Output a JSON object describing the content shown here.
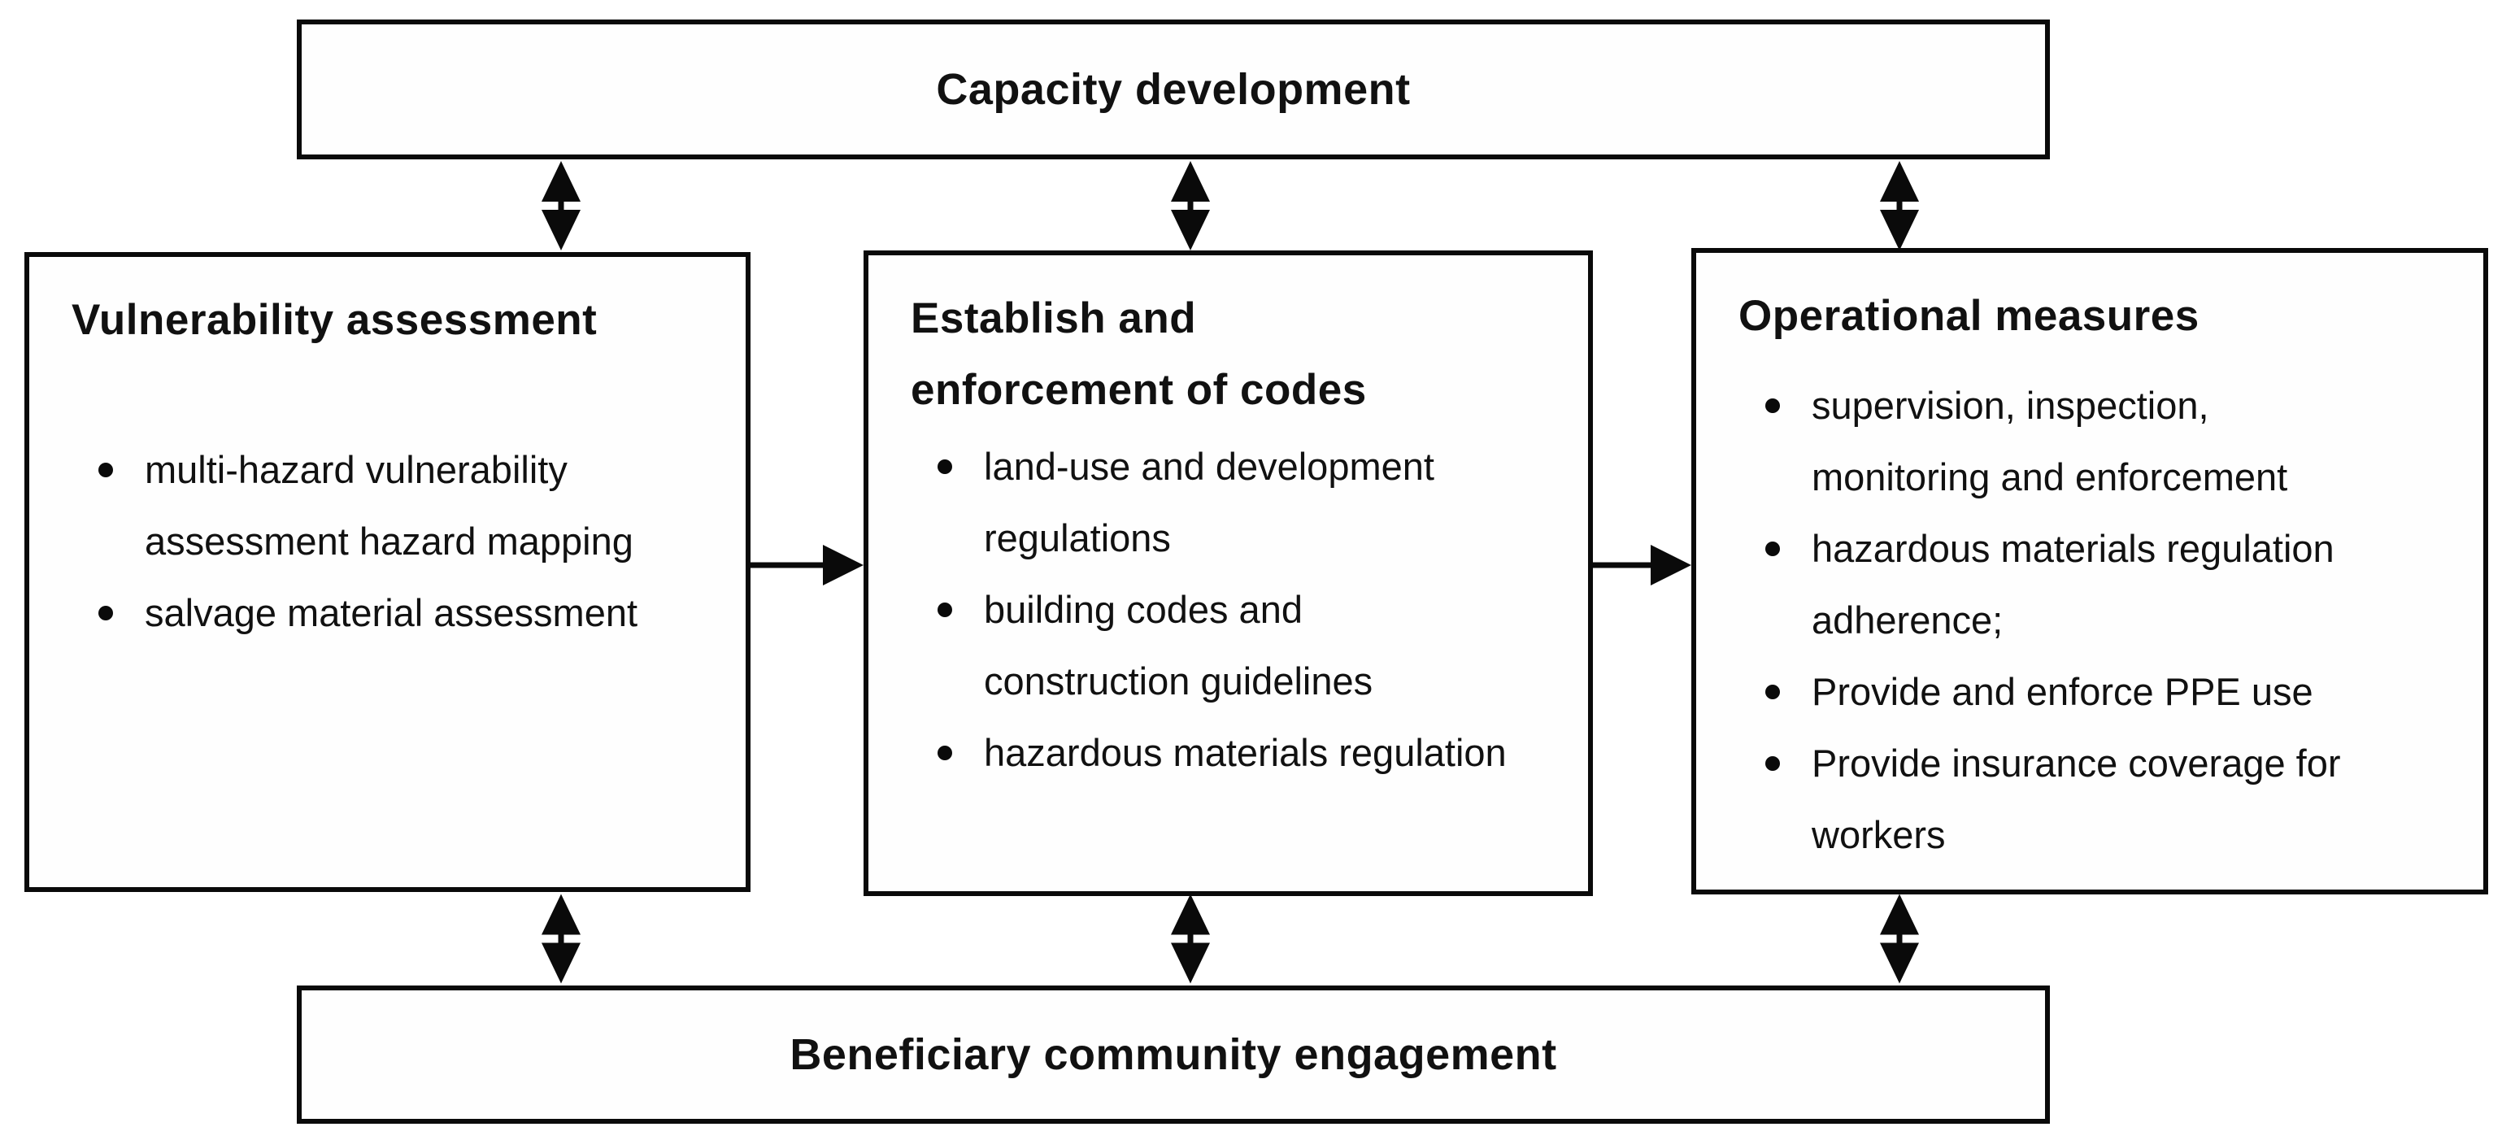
{
  "diagram": {
    "top_box": {
      "title": "Capacity development"
    },
    "left_box": {
      "title": "Vulnerability assessment",
      "bullets": [
        "multi-hazard vulnerability assessment hazard mapping",
        "salvage material assessment"
      ]
    },
    "middle_box": {
      "title": "Establish and enforcement of codes",
      "bullets": [
        "land-use and development regulations",
        "building codes and construction guidelines",
        "hazardous materials regulation"
      ]
    },
    "right_box": {
      "title": "Operational measures",
      "bullets": [
        "supervision, inspection, monitoring and enforcement",
        "hazardous materials regulation adherence;",
        "Provide and enforce PPE use",
        "Provide insurance coverage for workers"
      ]
    },
    "bottom_box": {
      "title": "Beneficiary community engagement"
    },
    "colors": {
      "border": "#0a0a0a",
      "background": "#ffffff",
      "text": "#111111"
    }
  }
}
